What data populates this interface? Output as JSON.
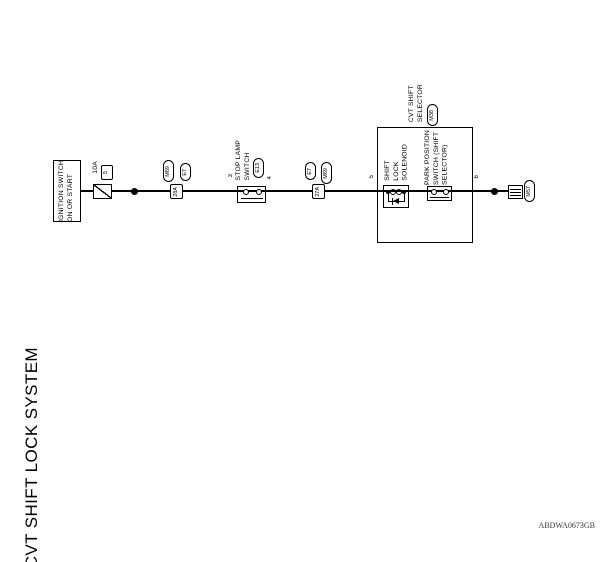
{
  "page": {
    "title": "CVT SHIFT LOCK SYSTEM",
    "drawing_code": "ABDWA0673GB"
  },
  "colors": {
    "line": "#000000",
    "background": "#ffffff"
  },
  "diagram": {
    "power_source": {
      "label": "IGNITION SWITCH\nON OR START"
    },
    "fuse": {
      "rating": "10A",
      "number": "5"
    },
    "connector1": {
      "left_oval": "M69",
      "right_oval": "E7",
      "terminal": "28A"
    },
    "stop_lamp_switch": {
      "label": "STOP LAMP\nSWITCH",
      "connector": "E13",
      "pin_in": "3",
      "pin_out": "4"
    },
    "connector2": {
      "left_oval": "E7",
      "right_oval": "M69",
      "terminal": "27A"
    },
    "cvt_shift_selector": {
      "label": "CVT SHIFT\nSELECTOR",
      "connector": "M38",
      "pin_in": "5",
      "pin_out": "6",
      "shift_lock_solenoid": {
        "label": "SHIFT\nLOCK\nSOLENOID"
      },
      "park_position_switch": {
        "label": "PARK POSITION\nSWITCH (SHIFT\nSELECTOR)"
      }
    },
    "ground": {
      "connector": "M57"
    }
  }
}
